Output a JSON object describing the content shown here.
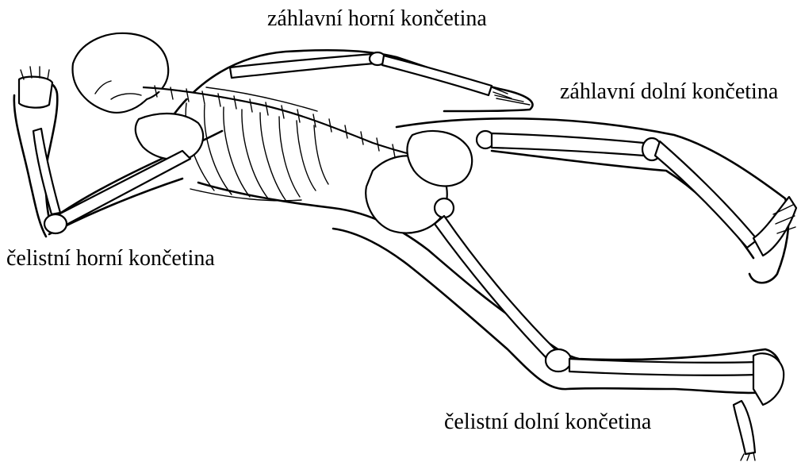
{
  "labels": {
    "occipital_upper_limb": "záhlavní horní končetina",
    "occipital_lower_limb": "záhlavní dolní končetina",
    "facial_upper_limb": "čelistní horní končetina",
    "facial_lower_limb": "čelistní dolní končetina"
  },
  "colors": {
    "ink": "#000000",
    "paper": "#ffffff"
  }
}
